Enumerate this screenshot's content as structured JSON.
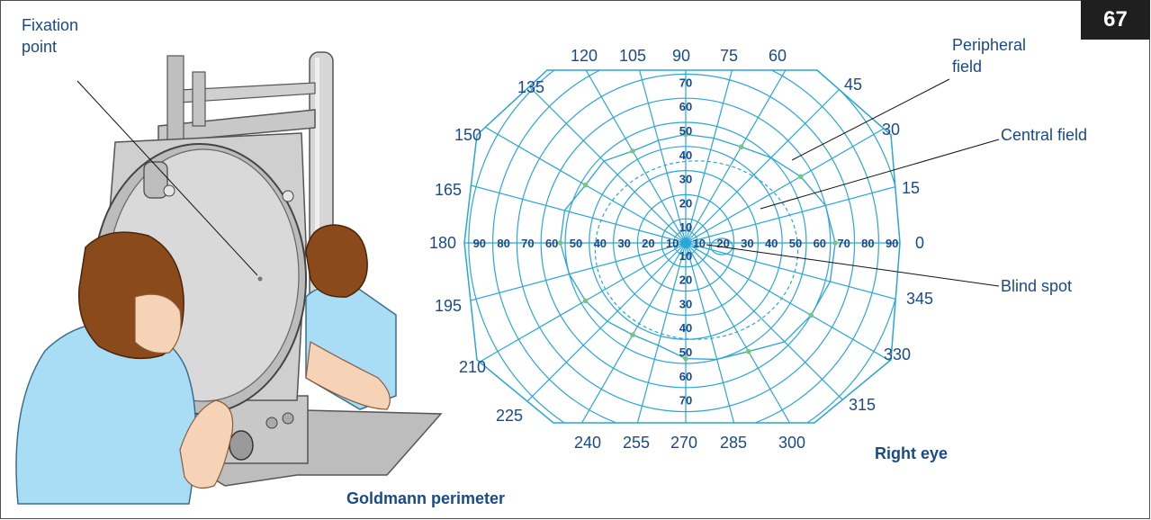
{
  "page_number": "67",
  "labels": {
    "fixation_line1": "Fixation",
    "fixation_line2": "point",
    "peripheral_line1": "Peripheral",
    "peripheral_line2": "field",
    "central_field": "Central field",
    "blind_spot": "Blind spot"
  },
  "captions": {
    "perimeter": "Goldmann perimeter",
    "eye": "Right eye"
  },
  "chart_angles": [
    "0",
    "15",
    "30",
    "45",
    "60",
    "75",
    "90",
    "105",
    "120",
    "135",
    "150",
    "165",
    "180",
    "195",
    "210",
    "225",
    "240",
    "255",
    "270",
    "285",
    "300",
    "315",
    "330",
    "345"
  ],
  "ring_values_left": [
    "90",
    "80",
    "70",
    "60",
    "50",
    "40",
    "30",
    "20",
    "10"
  ],
  "ring_values_right": [
    "10",
    "20",
    "30",
    "40",
    "50",
    "60",
    "70",
    "80",
    "90"
  ],
  "ring_values_top": [
    "10",
    "20",
    "30",
    "40",
    "50",
    "60",
    "70"
  ],
  "ring_values_bottom": [
    "10",
    "20",
    "30",
    "40",
    "50",
    "60",
    "70"
  ],
  "colors": {
    "grid": "#29a6d6",
    "text": "#1a4a8a",
    "field_point": "#7cc47c",
    "shirt": "#a9dcf5",
    "hair": "#8b4a1c",
    "skin": "#f6d2b6",
    "machine": "#cfcfcf"
  }
}
